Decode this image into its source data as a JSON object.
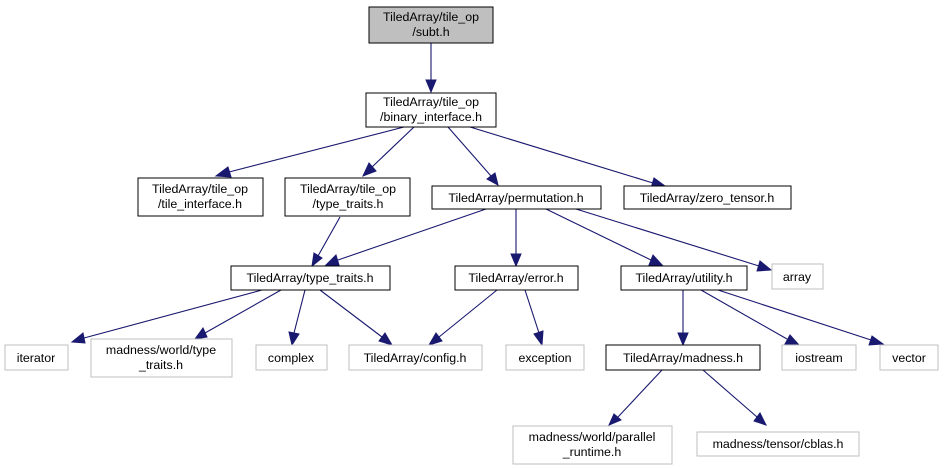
{
  "colors": {
    "edge": "#191970",
    "root_fill": "#bfbfbf",
    "border_dark": "#000000",
    "border_grey": "#bfbfbf"
  },
  "nodes": {
    "subt": [
      "TiledArray/tile_op",
      "/subt.h"
    ],
    "binary_interface": [
      "TiledArray/tile_op",
      "/binary_interface.h"
    ],
    "tile_interface": [
      "TiledArray/tile_op",
      "/tile_interface.h"
    ],
    "tile_op_type_traits": [
      "TiledArray/tile_op",
      "/type_traits.h"
    ],
    "permutation": [
      "TiledArray/permutation.h"
    ],
    "zero_tensor": [
      "TiledArray/zero_tensor.h"
    ],
    "type_traits": [
      "TiledArray/type_traits.h"
    ],
    "error": [
      "TiledArray/error.h"
    ],
    "utility": [
      "TiledArray/utility.h"
    ],
    "array": [
      "array"
    ],
    "iterator": [
      "iterator"
    ],
    "mw_type_traits": [
      "madness/world/type",
      "_traits.h"
    ],
    "complex": [
      "complex"
    ],
    "config": [
      "TiledArray/config.h"
    ],
    "exception": [
      "exception"
    ],
    "madness": [
      "TiledArray/madness.h"
    ],
    "iostream": [
      "iostream"
    ],
    "vector": [
      "vector"
    ],
    "parallel_runtime": [
      "madness/world/parallel",
      "_runtime.h"
    ],
    "cblas": [
      "madness/tensor/cblas.h"
    ]
  }
}
